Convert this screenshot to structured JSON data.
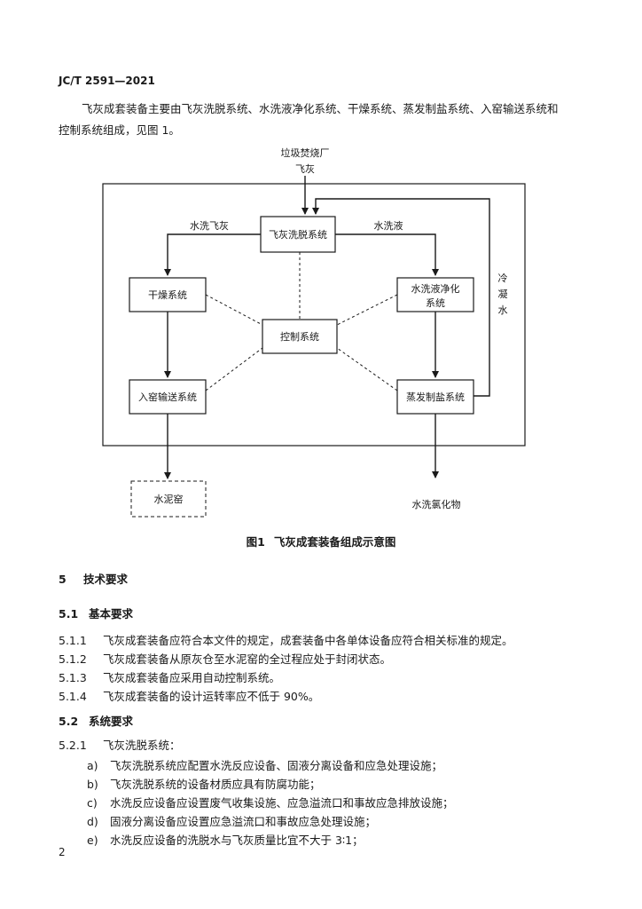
{
  "header": {
    "doc_code": "JC/T 2591—2021"
  },
  "intro": {
    "line1": "飞灰成套装备主要由飞灰洗脱系统、水洗液净化系统、干燥系统、蒸发制盐系统、入窑输送系统和",
    "line2": "控制系统组成，见图 1。"
  },
  "figure": {
    "source_line1": "垃圾焚烧厂",
    "source_line2": "飞灰",
    "boxes": {
      "washing": "飞灰洗脱系统",
      "drying": "干燥系统",
      "purify_line1": "水洗液净化",
      "purify_line2": "系统",
      "control": "控制系统",
      "kiln_feed": "入窑输送系统",
      "evaporation": "蒸发制盐系统",
      "cement_kiln": "水泥窑"
    },
    "labels": {
      "washed_ash": "水洗飞灰",
      "wash_liquid": "水洗液",
      "condensate_1": "冷",
      "condensate_2": "凝",
      "condensate_3": "水",
      "chloride": "水洗氯化物"
    },
    "caption_num": "图1",
    "caption_title": "飞灰成套装备组成示意图"
  },
  "sections": [
    {
      "num": "5",
      "title": "技术要求"
    },
    {
      "num": "5.1",
      "title": "基本要求"
    },
    {
      "num": "5.2",
      "title": "系统要求"
    }
  ],
  "items_5_1": [
    {
      "num": "5.1.1",
      "text": "飞灰成套装备应符合本文件的规定，成套装备中各单体设备应符合相关标准的规定。"
    },
    {
      "num": "5.1.2",
      "text": "飞灰成套装备从原灰仓至水泥窑的全过程应处于封闭状态。"
    },
    {
      "num": "5.1.3",
      "text": "飞灰成套装备应采用自动控制系统。"
    },
    {
      "num": "5.1.4",
      "text": "飞灰成套装备的设计运转率应不低于 90%。"
    }
  ],
  "item_5_2_1": {
    "num": "5.2.1",
    "text": "飞灰洗脱系统："
  },
  "sub_items": [
    {
      "num": "a)",
      "text": "飞灰洗脱系统应配置水洗反应设备、固液分离设备和应急处理设施；"
    },
    {
      "num": "b)",
      "text": "飞灰洗脱系统的设备材质应具有防腐功能；"
    },
    {
      "num": "c)",
      "text": "水洗反应设备应设置废气收集设施、应急溢流口和事故应急排放设施；"
    },
    {
      "num": "d)",
      "text": "固液分离设备应设置应急溢流口和事故应急处理设施；"
    },
    {
      "num": "e)",
      "text": "水洗反应设备的洗脱水与飞灰质量比宜不大于 3∶1；"
    }
  ],
  "page_number": "2"
}
